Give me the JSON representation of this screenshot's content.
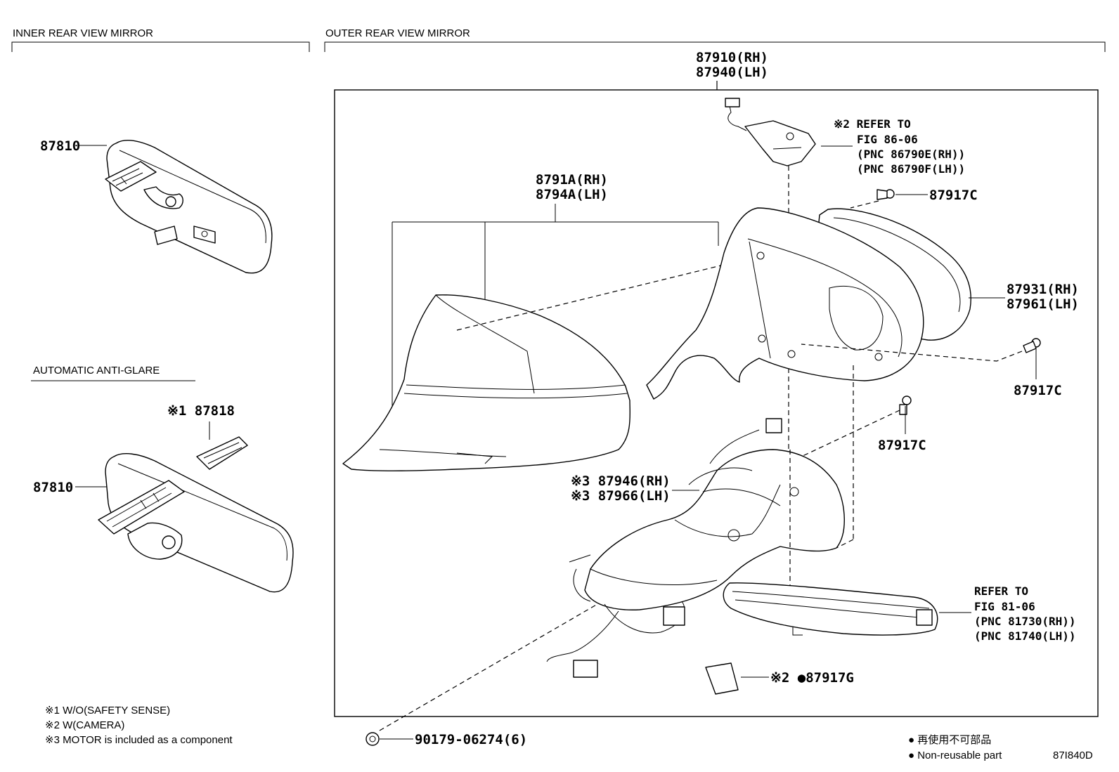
{
  "sections": {
    "inner_title": "INNER REAR VIEW MIRROR",
    "outer_title": "OUTER REAR VIEW MIRROR",
    "auto_title": "AUTOMATIC ANTI-GLARE"
  },
  "callouts": {
    "inner_87810_a": "87810",
    "inner_87810_b": "87810",
    "p87818": "※1 87818",
    "p87910": "87910(RH)",
    "p87940": "87940(LH)",
    "camera_ref_1": "※2 REFER TO",
    "camera_ref_2": "FIG 86-06",
    "camera_ref_3": "(PNC 86790E(RH))",
    "camera_ref_4": "(PNC 86790F(LH))",
    "p8791A": "8791A(RH)",
    "p8794A": "8794A(LH)",
    "p87917C_a": "87917C",
    "p87917C_b": "87917C",
    "p87917C_c": "87917C",
    "p87931": "87931(RH)",
    "p87961": "87961(LH)",
    "p87946": "※3 87946(RH)",
    "p87966": "※3 87966(LH)",
    "signal_ref_1": "REFER TO",
    "signal_ref_2": "FIG 81-06",
    "signal_ref_3": "(PNC 81730(RH))",
    "signal_ref_4": "(PNC 81740(LH))",
    "p87917G": "※2 ●87917G",
    "p90179": "90179-06274(6)"
  },
  "notes": {
    "n1": "※1 W/O(SAFETY SENSE)",
    "n2": "※2 W(CAMERA)",
    "n3": "※3 MOTOR is included as a component"
  },
  "legend": {
    "jp": "● 再使用不可部品",
    "en": "● Non-reusable part",
    "figure_code": "87I840D"
  }
}
